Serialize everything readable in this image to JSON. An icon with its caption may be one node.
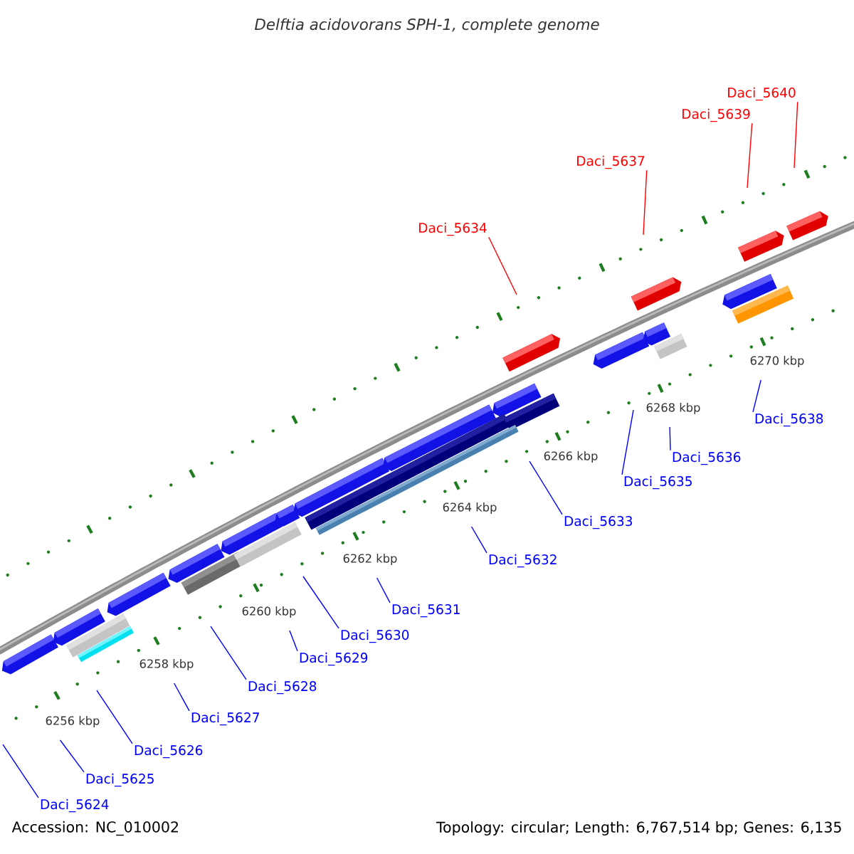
{
  "diagram": {
    "title": "Delftia acidovorans SPH-1, complete genome",
    "nodes": [
      {
        "text": [
          "Daci_5624"
        ]
      },
      {
        "text": [
          "Daci_5625"
        ]
      },
      {
        "text": [
          "Daci_5626"
        ]
      },
      {
        "text": [
          "Daci_5627"
        ]
      },
      {
        "text": [
          "Daci_5628"
        ]
      },
      {
        "text": [
          "Daci_5629"
        ]
      },
      {
        "text": [
          "Daci_5630"
        ]
      },
      {
        "text": [
          "Daci_5631"
        ]
      },
      {
        "text": [
          "Daci_5632"
        ]
      },
      {
        "text": [
          "Daci_5633"
        ]
      },
      {
        "text": [
          "Daci_5634"
        ]
      },
      {
        "text": [
          "Daci_5635"
        ]
      },
      {
        "text": [
          "Daci_5636"
        ]
      },
      {
        "text": [
          "Daci_5637"
        ]
      },
      {
        "text": [
          "Daci_5638"
        ]
      },
      {
        "text": [
          "Daci_5639"
        ]
      },
      {
        "text": [
          "Daci_5640"
        ]
      }
    ],
    "edges": [
      {
        "from": 0,
        "to": null,
        "arrow": "none"
      },
      {
        "from": 1,
        "to": null,
        "arrow": "none"
      },
      {
        "from": 2,
        "to": null,
        "arrow": "none"
      },
      {
        "from": 3,
        "to": null,
        "arrow": "none"
      },
      {
        "from": 4,
        "to": null,
        "arrow": "none"
      },
      {
        "from": 5,
        "to": null,
        "arrow": "none"
      },
      {
        "from": 6,
        "to": null,
        "arrow": "none"
      },
      {
        "from": 7,
        "to": null,
        "arrow": "none"
      },
      {
        "from": 8,
        "to": null,
        "arrow": "none"
      },
      {
        "from": 9,
        "to": null,
        "arrow": "none"
      },
      {
        "from": 10,
        "to": null,
        "arrow": "none",
        "color": "#ff0000"
      },
      {
        "from": 11,
        "to": null,
        "arrow": "none"
      },
      {
        "from": 12,
        "to": null,
        "arrow": "none"
      },
      {
        "from": 13,
        "to": null,
        "arrow": "none",
        "color": "#ff0000"
      },
      {
        "from": 14,
        "to": null,
        "arrow": "none"
      },
      {
        "from": 15,
        "to": null,
        "arrow": "none",
        "color": "#ff0000"
      },
      {
        "from": 16,
        "to": null,
        "arrow": "none",
        "color": "#ff0000"
      }
    ],
    "labels": [
      "6256 kbp",
      "6258 kbp",
      "6260 kbp",
      "6262 kbp",
      "6264 kbp",
      "6266 kbp",
      "6268 kbp",
      "6270 kbp",
      "Accession: NC_010002",
      "Topology: circular; Length: 6,767,514 bp; Genes: 6,135"
    ]
  }
}
